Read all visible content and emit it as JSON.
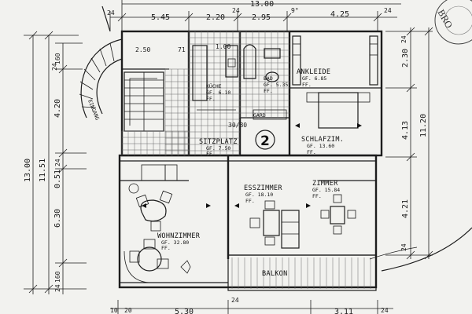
{
  "plan": {
    "floor_number": "2",
    "top_dims": {
      "overall": "13.00",
      "d1": "24",
      "d2": "5.45",
      "d3": "2.20",
      "d4": "2.95",
      "d5": "4.25",
      "d6": "24",
      "d7": "24",
      "d8": "9°"
    },
    "left_dims": {
      "overall1": "13.00",
      "overall2": "11.51",
      "d1": "160",
      "d2": "24",
      "d3": "4.20",
      "d4": "24",
      "d5": "0.51",
      "d6": "6.30",
      "d7": "160",
      "d8": "24"
    },
    "right_dims": {
      "d1": "24",
      "d2": "2.30",
      "d3": "11.20",
      "d4": "4.13",
      "d5": "4.21",
      "d6": "24"
    },
    "bottom_dims": {
      "d1": "10",
      "d2": "20",
      "d3": "5.30",
      "d4": "24",
      "d5": "3.11",
      "d6": "24"
    },
    "top_small": {
      "t1": "2.50",
      "t2": "71",
      "t3": "1.00"
    },
    "rooms": {
      "eingang": "EINGANG",
      "kueche": {
        "name": "KÜCHE",
        "area": "GF. 6.10",
        "ff": "FF."
      },
      "bad": {
        "name": "BAD",
        "area": "GF. 5.35",
        "ff": "FF."
      },
      "ankleide": {
        "name": "ANKLEIDE",
        "area": "GF. 6.85",
        "ff": "FF."
      },
      "gard": "GARD",
      "sitzplatz": {
        "name": "SITZPLATZ",
        "area": "GF. 7.50",
        "ff": "FF."
      },
      "schlafzimmer": {
        "name": "SCHLAFZIM.",
        "area": "GF. 13.60",
        "ff": "FF."
      },
      "esszimmer": {
        "name": "ESSZIMMER",
        "area": "GF. 18.10",
        "ff": "FF."
      },
      "zimmer": {
        "name": "ZIMMER",
        "area": "GF. 15.84",
        "ff": "FF."
      },
      "wohnzimmer": {
        "name": "WOHNZIMMER",
        "area": "GF. 32.80",
        "ff": "FF."
      },
      "balkon": "BALKON",
      "dim_small": "30/80"
    },
    "stamp_text": "BRO"
  }
}
